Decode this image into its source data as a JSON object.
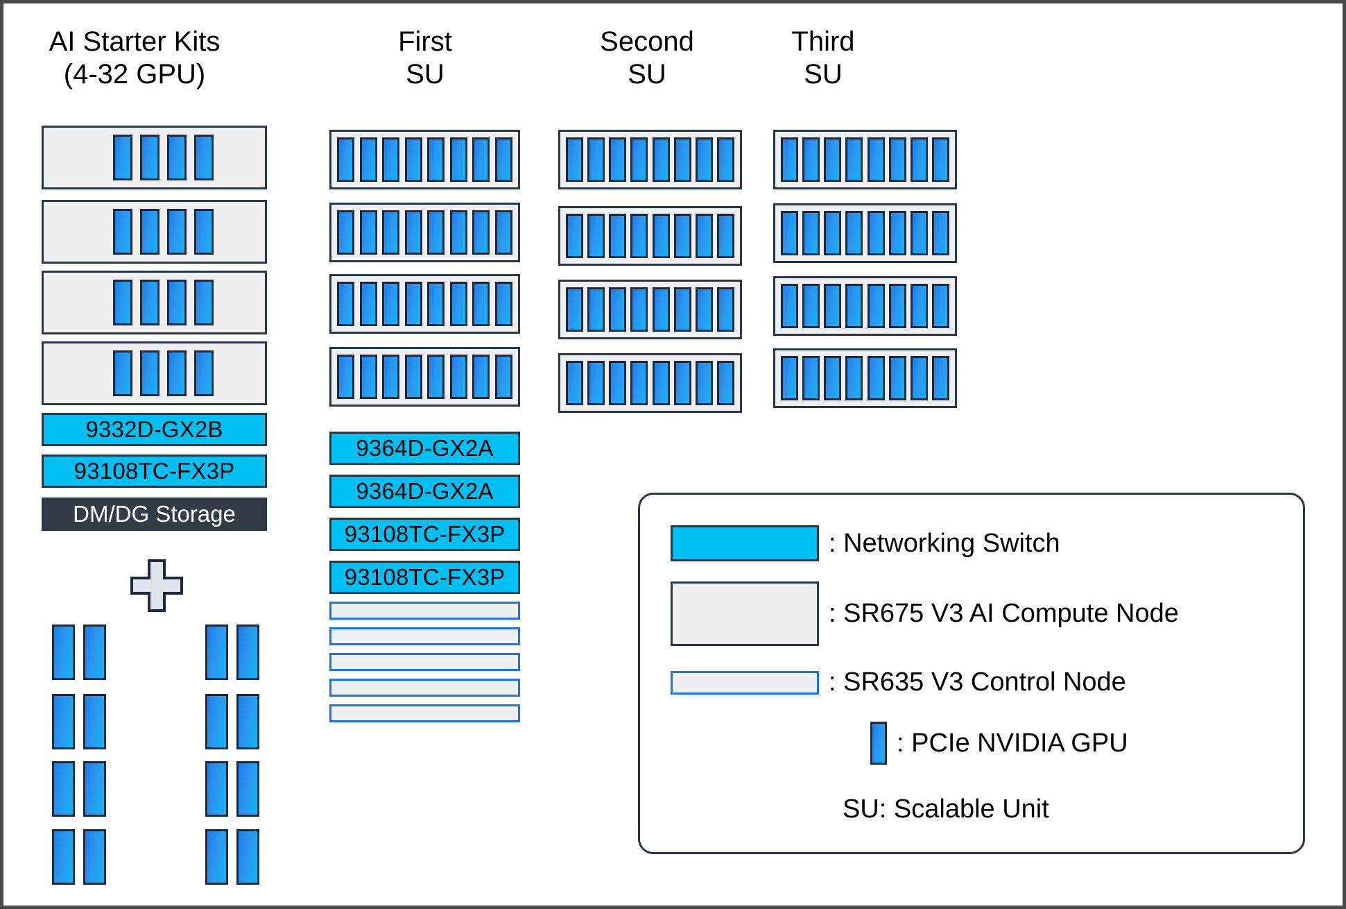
{
  "diagram": {
    "title_left": "AI Starter Kits\n(4-32 GPU)",
    "columns": [
      {
        "id": "starter",
        "label": "AI Starter Kits\n(4-32 GPU)"
      },
      {
        "id": "su1",
        "label": "First\nSU"
      },
      {
        "id": "su2",
        "label": "Second\nSU"
      },
      {
        "id": "su3",
        "label": "Third\nSU"
      }
    ]
  },
  "starter_kits": {
    "compute_nodes": [
      {
        "gpu_count": 4
      },
      {
        "gpu_count": 4
      },
      {
        "gpu_count": 4
      },
      {
        "gpu_count": 4
      }
    ],
    "switches": [
      {
        "label": "9332D-GX2B"
      },
      {
        "label": "93108TC-FX3P"
      }
    ],
    "storage": {
      "label": "DM/DG Storage"
    },
    "plus_icon": "plus-icon",
    "gpu_pairs": {
      "columns": 2,
      "rows": 4,
      "gpus_per_cell": 2
    }
  },
  "scalable_units": [
    {
      "id": "su1",
      "label": "First\nSU",
      "compute_nodes": [
        {
          "gpu_count": 8
        },
        {
          "gpu_count": 8
        },
        {
          "gpu_count": 8
        },
        {
          "gpu_count": 8
        }
      ],
      "switches": [
        {
          "label": "9364D-GX2A"
        },
        {
          "label": "9364D-GX2A"
        },
        {
          "label": "93108TC-FX3P"
        },
        {
          "label": "93108TC-FX3P"
        }
      ],
      "control_nodes": 5
    },
    {
      "id": "su2",
      "label": "Second\nSU",
      "compute_nodes": [
        {
          "gpu_count": 8
        },
        {
          "gpu_count": 8
        },
        {
          "gpu_count": 8
        },
        {
          "gpu_count": 8
        }
      ],
      "switches": [],
      "control_nodes": 0
    },
    {
      "id": "su3",
      "label": "Third\nSU",
      "compute_nodes": [
        {
          "gpu_count": 8
        },
        {
          "gpu_count": 8
        },
        {
          "gpu_count": 8
        },
        {
          "gpu_count": 8
        }
      ],
      "switches": [],
      "control_nodes": 0
    }
  ],
  "legend": {
    "entries": [
      {
        "swatch": "networking-switch-swatch",
        "label": ": Networking Switch"
      },
      {
        "swatch": "compute-node-swatch",
        "label": ": SR675 V3 AI Compute Node"
      },
      {
        "swatch": "control-node-swatch",
        "label": ": SR635 V3 Control Node"
      },
      {
        "swatch": "gpu-swatch",
        "label": ": PCIe NVIDIA GPU"
      }
    ],
    "note": "SU: Scalable Unit"
  },
  "colors": {
    "switch_cyan": "#00c0f3",
    "storage_dark": "#343c48",
    "compute_gray": "#efefef",
    "control_border_blue": "#1a74ef",
    "gpu_blue": "#1b7fe8",
    "outline_dark": "#2b3648",
    "page_border": "#4a4a4a"
  }
}
